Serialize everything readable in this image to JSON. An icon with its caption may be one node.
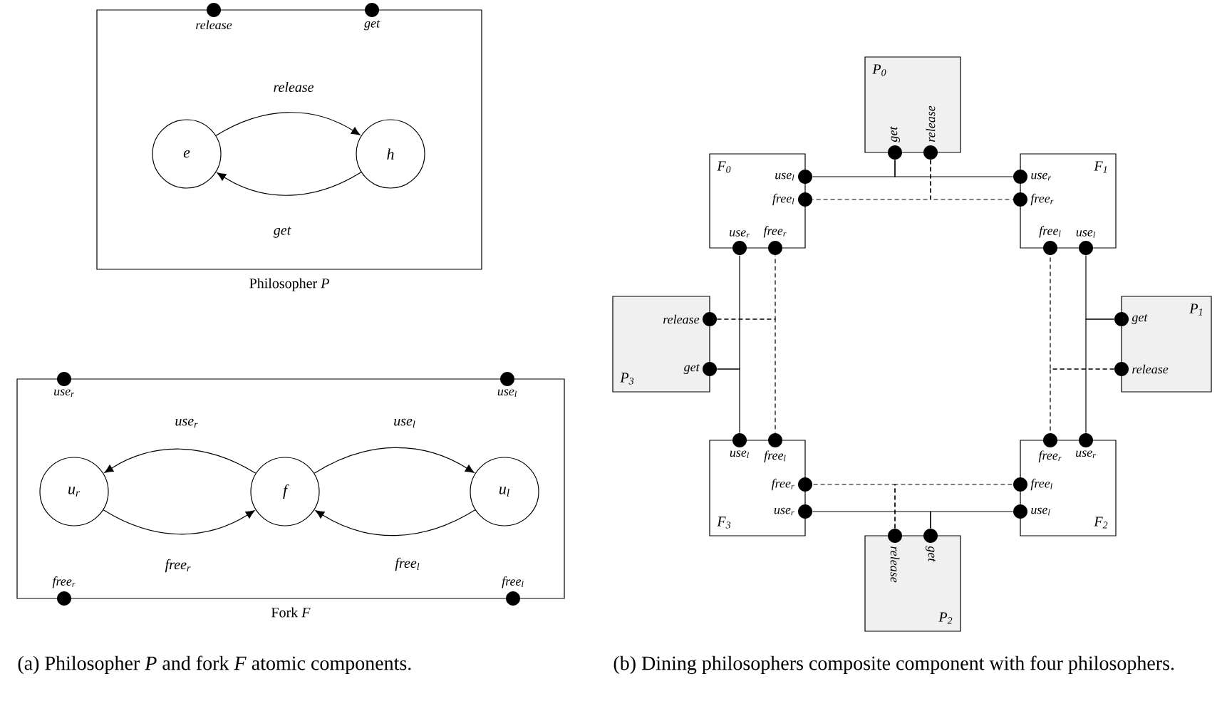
{
  "diagram": {
    "nodes": [
      {
        "text": [
          "Philosopher *P*"
        ]
      },
      {
        "text": [
          "release"
        ],
        "in": 0
      },
      {
        "text": [
          "get"
        ],
        "in": 0
      },
      {
        "text": [
          "e"
        ],
        "in": 0
      },
      {
        "text": [
          "h"
        ],
        "in": 0
      },
      {
        "text": [
          "Fork *F*"
        ]
      },
      {
        "text": [
          "use$_{r}$"
        ],
        "in": 5
      },
      {
        "text": [
          "use$_{l}$"
        ],
        "in": 5
      },
      {
        "text": [
          "u$_{r}$"
        ],
        "in": 5
      },
      {
        "text": [
          "f"
        ],
        "in": 5
      },
      {
        "text": [
          "u$_{l}$"
        ],
        "in": 5
      },
      {
        "text": [
          "free$_{r}$"
        ],
        "in": 5
      },
      {
        "text": [
          "free$_{l}$"
        ],
        "in": 5
      },
      {
        "text": [
          "P$_{0}$"
        ]
      },
      {
        "text": [
          "get"
        ],
        "in": 13
      },
      {
        "text": [
          "release"
        ],
        "in": 13
      },
      {
        "text": [
          "F$_{0}$"
        ]
      },
      {
        "text": [
          "use$_{l}$"
        ],
        "in": 16
      },
      {
        "text": [
          "free$_{l}$"
        ],
        "in": 16
      },
      {
        "text": [
          "use$_{r}$"
        ],
        "in": 16
      },
      {
        "text": [
          "free$_{r}$"
        ],
        "in": 16
      },
      {
        "text": [
          "F$_{1}$"
        ]
      },
      {
        "text": [
          "use$_{r}$"
        ],
        "in": 21
      },
      {
        "text": [
          "free$_{r}$"
        ],
        "in": 21
      },
      {
        "text": [
          "free$_{l}$"
        ],
        "in": 21
      },
      {
        "text": [
          "use$_{l}$"
        ],
        "in": 21
      },
      {
        "text": [
          "P$_{3}$"
        ]
      },
      {
        "text": [
          "release"
        ],
        "in": 26
      },
      {
        "text": [
          "get"
        ],
        "in": 26
      },
      {
        "text": [
          "P$_{1}$"
        ]
      },
      {
        "text": [
          "get"
        ],
        "in": 29
      },
      {
        "text": [
          "release"
        ],
        "in": 29
      },
      {
        "text": [
          "F$_{3}$"
        ]
      },
      {
        "text": [
          "use$_{l}$"
        ],
        "in": 32
      },
      {
        "text": [
          "free$_{l}$"
        ],
        "in": 32
      },
      {
        "text": [
          "free$_{r}$"
        ],
        "in": 32
      },
      {
        "text": [
          "use$_{r}$"
        ],
        "in": 32
      },
      {
        "text": [
          "F$_{2}$"
        ]
      },
      {
        "text": [
          "free$_{r}$"
        ],
        "in": 37
      },
      {
        "text": [
          "use$_{r}$"
        ],
        "in": 37
      },
      {
        "text": [
          "free$_{l}$"
        ],
        "in": 37
      },
      {
        "text": [
          "use$_{l}$"
        ],
        "in": 37
      },
      {
        "text": [
          "P$_{2}$"
        ]
      },
      {
        "text": [
          "release"
        ],
        "in": 42
      },
      {
        "text": [
          "get"
        ],
        "in": 42
      }
    ],
    "edges": [
      {
        "from": 3,
        "to": 4,
        "arrow": "to",
        "label": "release"
      },
      {
        "from": 4,
        "to": 3,
        "arrow": "to",
        "label": "get"
      },
      {
        "from": 9,
        "to": 8,
        "arrow": "to",
        "label": "use$_{r}$"
      },
      {
        "from": 9,
        "to": 10,
        "arrow": "to",
        "label": "use$_{l}$"
      },
      {
        "from": 8,
        "to": 9,
        "arrow": "to",
        "label": "free$_{r}$"
      },
      {
        "from": 10,
        "to": 9,
        "arrow": "to",
        "label": "free$_{l}$"
      },
      {
        "from": 14,
        "to": 17,
        "arrow": "none"
      },
      {
        "from": 14,
        "to": 22,
        "arrow": "none"
      },
      {
        "from": 15,
        "to": 18,
        "arrow": "none",
        "style": "dashed"
      },
      {
        "from": 15,
        "to": 23,
        "arrow": "none",
        "style": "dashed"
      },
      {
        "from": 28,
        "to": 19,
        "arrow": "none"
      },
      {
        "from": 28,
        "to": 33,
        "arrow": "none"
      },
      {
        "from": 27,
        "to": 20,
        "arrow": "none",
        "style": "dashed"
      },
      {
        "from": 27,
        "to": 34,
        "arrow": "none",
        "style": "dashed"
      },
      {
        "from": 30,
        "to": 25,
        "arrow": "none"
      },
      {
        "from": 30,
        "to": 39,
        "arrow": "none"
      },
      {
        "from": 31,
        "to": 24,
        "arrow": "none",
        "style": "dashed"
      },
      {
        "from": 31,
        "to": 38,
        "arrow": "none",
        "style": "dashed"
      },
      {
        "from": 44,
        "to": 36,
        "arrow": "none"
      },
      {
        "from": 44,
        "to": 41,
        "arrow": "none"
      },
      {
        "from": 43,
        "to": 35,
        "arrow": "none",
        "style": "dashed"
      },
      {
        "from": 43,
        "to": 40,
        "arrow": "none",
        "style": "dashed"
      }
    ],
    "labels": [
      "(a) Philosopher *P* and fork *F* atomic components.",
      "(b) Dining philosophers composite component with four philosophers."
    ]
  }
}
